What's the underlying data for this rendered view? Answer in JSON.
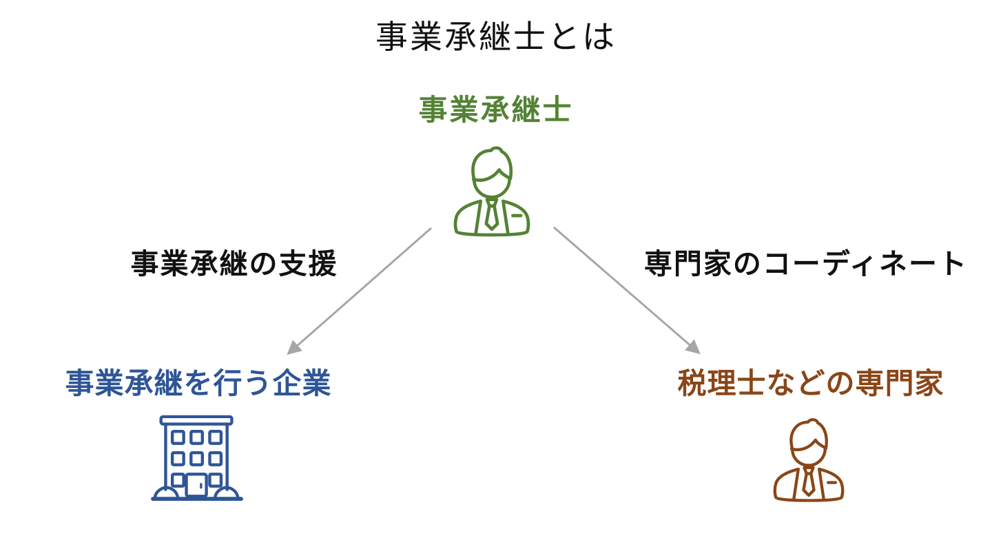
{
  "title": "事業承継士とは",
  "colors": {
    "green": "#548235",
    "blue": "#2E5597",
    "brown": "#8A4617",
    "arrow": "#A6A6A6",
    "text": "#111111"
  },
  "nodes": {
    "specialist": {
      "label": "事業承継士",
      "icon": "businessman-icon"
    },
    "company": {
      "label": "事業承継を行う企業",
      "icon": "office-building-icon"
    },
    "experts": {
      "label": "税理士などの専門家",
      "icon": "businessman-icon"
    }
  },
  "edges": {
    "left": {
      "label": "事業承継の支援",
      "from": "specialist",
      "to": "company"
    },
    "right": {
      "label": "専門家のコーディネート",
      "from": "specialist",
      "to": "experts"
    }
  }
}
